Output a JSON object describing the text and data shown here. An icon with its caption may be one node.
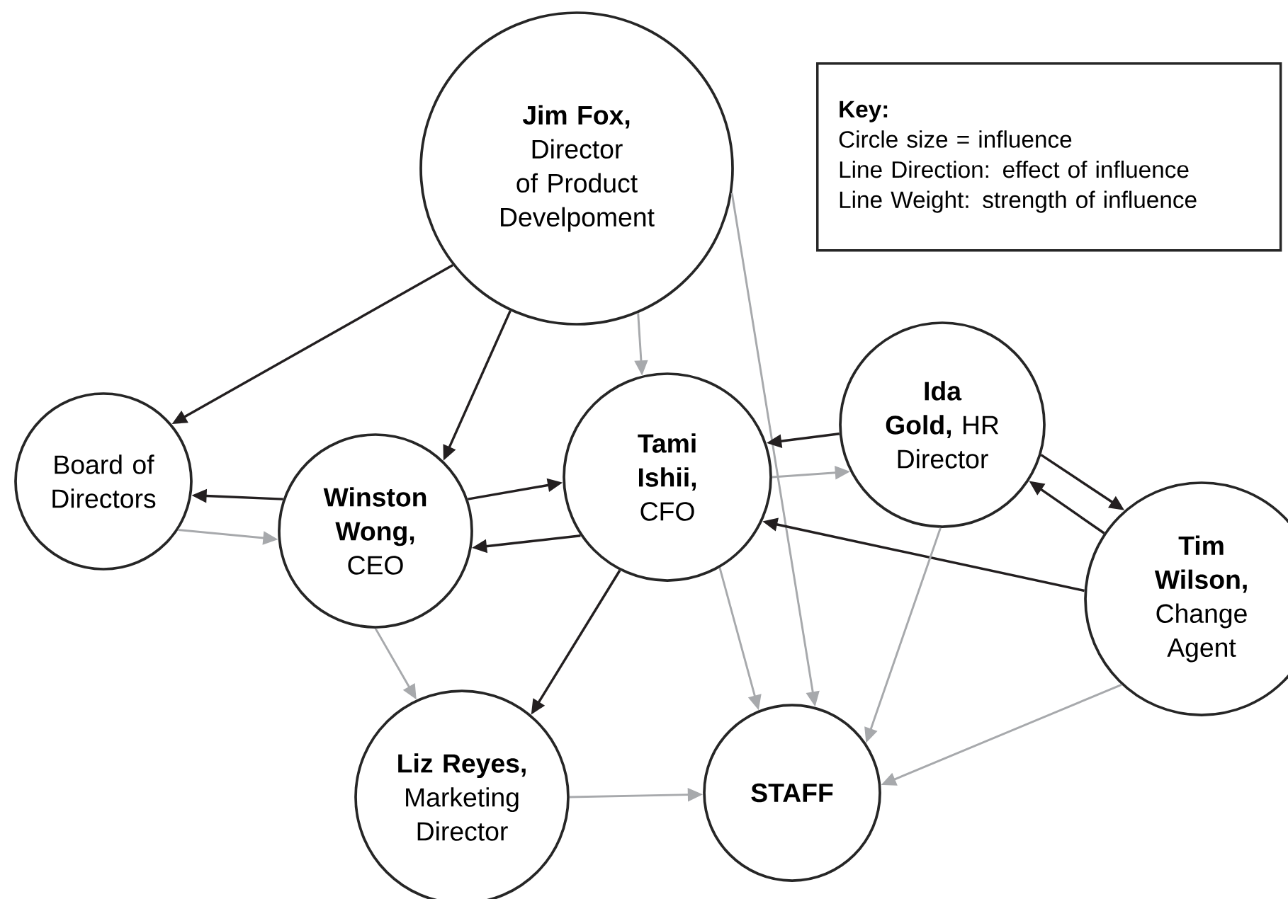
{
  "diagram": {
    "nodes": [
      {
        "text": [
          "**Jim Fox,** Director of Product Develpoment"
        ]
      },
      {
        "text": [
          "Board of Directors"
        ]
      },
      {
        "text": [
          "**Winston Wong,** CEO"
        ]
      },
      {
        "text": [
          "**Tami Ishii,** CFO"
        ]
      },
      {
        "text": [
          "**Ida Gold,** HR Director"
        ]
      },
      {
        "text": [
          "**Tim Wilson,** Change Agent"
        ]
      },
      {
        "text": [
          "**Liz Reyes,** Marketing Director"
        ]
      },
      {
        "text": [
          "**STAFF**"
        ]
      },
      {
        "text": [
          "**Key:**",
          "Circle size = influence",
          "Line Direction: effect of influence",
          "Line Weight: strength of influence"
        ]
      }
    ],
    "edges": [
      {
        "from": 0,
        "to": 1,
        "arrow": "to"
      },
      {
        "from": 0,
        "to": 2,
        "arrow": "to"
      },
      {
        "from": 0,
        "to": 3,
        "arrow": "to",
        "color": "#a7a9ac"
      },
      {
        "from": 0,
        "to": 7,
        "arrow": "to",
        "color": "#a7a9ac"
      },
      {
        "from": 2,
        "to": 1,
        "arrow": "to"
      },
      {
        "from": 1,
        "to": 2,
        "arrow": "to",
        "color": "#a7a9ac"
      },
      {
        "from": 2,
        "to": 3,
        "arrow": "to"
      },
      {
        "from": 3,
        "to": 2,
        "arrow": "to"
      },
      {
        "from": 4,
        "to": 3,
        "arrow": "to"
      },
      {
        "from": 3,
        "to": 4,
        "arrow": "to",
        "color": "#a7a9ac"
      },
      {
        "from": 4,
        "to": 5,
        "arrow": "to"
      },
      {
        "from": 5,
        "to": 4,
        "arrow": "to"
      },
      {
        "from": 5,
        "to": 3,
        "arrow": "to"
      },
      {
        "from": 3,
        "to": 6,
        "arrow": "to"
      },
      {
        "from": 2,
        "to": 6,
        "arrow": "to",
        "color": "#a7a9ac"
      },
      {
        "from": 3,
        "to": 7,
        "arrow": "to",
        "color": "#a7a9ac"
      },
      {
        "from": 4,
        "to": 7,
        "arrow": "to",
        "color": "#a7a9ac"
      },
      {
        "from": 5,
        "to": 7,
        "arrow": "to",
        "color": "#a7a9ac"
      },
      {
        "from": 6,
        "to": 7,
        "arrow": "to",
        "color": "#a7a9ac"
      }
    ]
  }
}
